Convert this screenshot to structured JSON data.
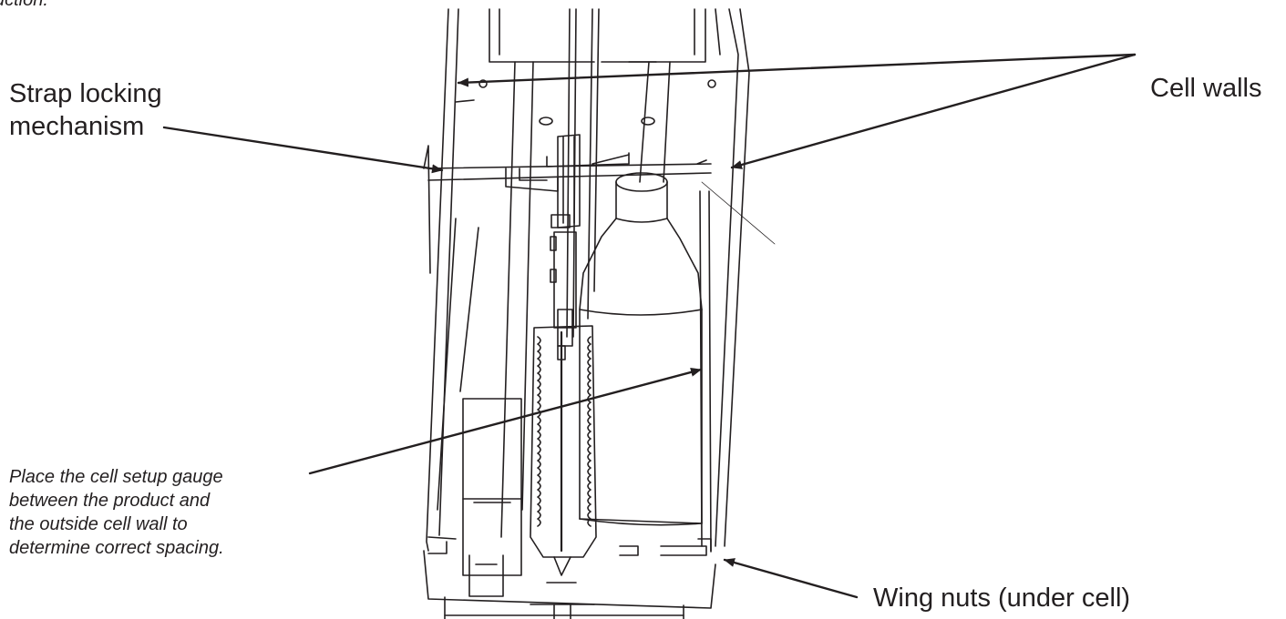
{
  "header": {
    "fragment": "uction."
  },
  "labels": {
    "strap_locking_line1": "Strap locking",
    "strap_locking_line2": "mechanism",
    "cell_walls": "Cell walls",
    "wing_nuts": "Wing nuts (under cell)"
  },
  "note": {
    "line1": "Place the cell setup gauge",
    "line2": "between the product and",
    "line3": "the outside cell wall to",
    "line4": "determine correct spacing."
  },
  "colors": {
    "ink": "#231f20",
    "background": "#ffffff"
  }
}
